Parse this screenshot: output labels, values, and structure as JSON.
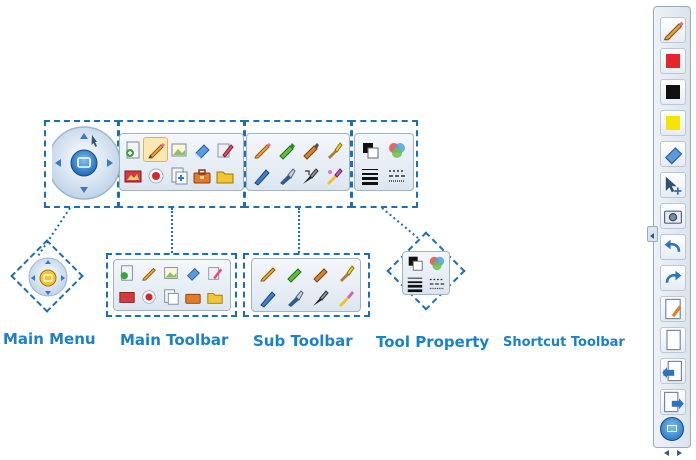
{
  "labels": {
    "main_menu": "Main Menu",
    "main_toolbar": "Main Toolbar",
    "sub_toolbar": "Sub Toolbar",
    "tool_property": "Tool Property",
    "shortcut_toolbar": "Shortcut Toolbar"
  },
  "colors": {
    "label_blue": "#1b82c8",
    "dashed_border": "#1c6fb0",
    "red_swatch": "#e2262b",
    "black_swatch": "#111111",
    "yellow_swatch": "#f5e400"
  },
  "main_toolbar_icons": [
    "new-page-icon",
    "pencil-icon",
    "image-frame-icon",
    "eraser-icon",
    "pen-edit-icon",
    "picture-icon",
    "record-icon",
    "document-icon",
    "toolbox-icon",
    "folder-icon"
  ],
  "sub_toolbar_icons": [
    "pencil-icon",
    "highlighter-icon",
    "marker-icon",
    "brush-icon",
    "pen-icon",
    "chisel-pen-icon",
    "calligraphy-pen-icon",
    "magic-brush-icon"
  ],
  "tool_property_icons": [
    "color-swatch-icon",
    "color-palette-icon",
    "line-width-icon",
    "line-style-icon"
  ],
  "shortcut_toolbar_icons": [
    "pencil-icon",
    "red-color-icon",
    "black-color-icon",
    "yellow-color-icon",
    "eraser-icon",
    "select-move-icon",
    "camera-icon",
    "undo-icon",
    "redo-icon",
    "open-document-icon",
    "blank-page-icon",
    "previous-page-icon",
    "next-page-icon",
    "main-menu-icon",
    "resize-arrows-icon"
  ]
}
